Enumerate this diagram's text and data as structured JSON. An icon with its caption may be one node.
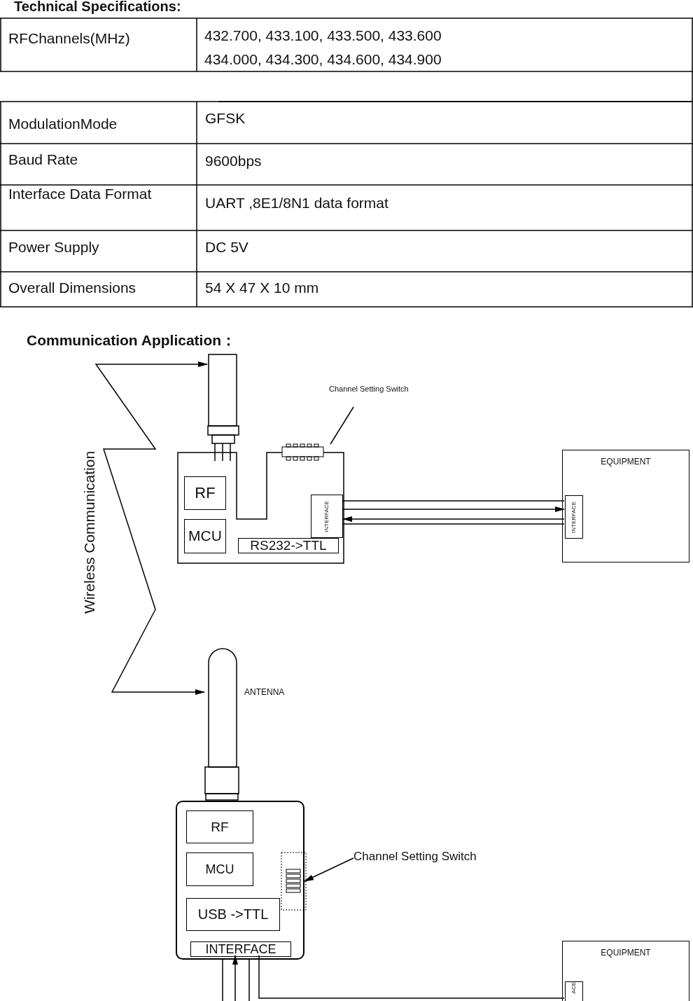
{
  "diagram": {
    "title": "Technical Specifications:",
    "nodes": [
      {
        "text": [],
        "shape": "box"
      },
      {
        "text": [
          "RF"
        ],
        "in": 0
      },
      {
        "text": [
          "MCU"
        ],
        "in": 0
      },
      {
        "text": [
          "RS232->TTL"
        ],
        "in": 0
      },
      {
        "text": [
          "INTERFACE"
        ],
        "in": 0
      },
      {
        "text": [
          "EQUIPMENT"
        ]
      },
      {
        "text": [
          "INTERFACE"
        ],
        "in": 5
      },
      {
        "text": [
          "Channel Setting Switch"
        ]
      },
      {
        "text": [],
        "shape": "box"
      },
      {
        "text": [],
        "shape": "box"
      },
      {
        "text": [
          "RF"
        ],
        "in": 9
      },
      {
        "text": [
          "MCU"
        ],
        "in": 9
      },
      {
        "text": [
          "USB ->TTL"
        ],
        "in": 9
      },
      {
        "text": [
          "INTERFACE"
        ],
        "in": 9
      },
      {
        "text": [],
        "shape": "box",
        "in": 9
      },
      {
        "text": [
          "Channel Setting Switch"
        ]
      },
      {
        "text": [
          "EQUIPMENT"
        ]
      },
      {
        "text": [
          "ACE"
        ],
        "in": 16
      },
      {
        "text": [],
        "shape": "antenna"
      },
      {
        "text": [],
        "shape": "antenna"
      }
    ],
    "edges": [
      {
        "from": 4,
        "to": 6,
        "arrow": "to"
      },
      {
        "from": 6,
        "to": 4,
        "arrow": "to"
      },
      {
        "from": 7,
        "to": 8,
        "arrow": "none"
      },
      {
        "from": 15,
        "to": 14,
        "arrow": "to"
      },
      {
        "from": 13,
        "to": 17,
        "arrow": "none"
      },
      {
        "from": null,
        "to": 13,
        "arrow": "to"
      },
      {
        "from": 4,
        "to": 6,
        "arrow": "none"
      },
      {
        "from": 4,
        "to": 6,
        "arrow": "none"
      },
      {
        "from": 18,
        "to": 19,
        "arrow": "both",
        "label": "Wireless Communication"
      }
    ],
    "labels": [
      "RFChannels(MHz)",
      "432.700, 433.100, 433.500, 433.600 434.000, 434.300, 434.600, 434.900",
      "ModulationMode",
      "GFSK",
      "Baud Rate",
      "9600bps",
      "Interface Data Format",
      "UART ,8E1/8N1 data format",
      "Power Supply",
      "DC 5V",
      "Overall Dimensions",
      "54 X 47 X 10 mm",
      "Communication Application：",
      "ANTENNA"
    ]
  }
}
